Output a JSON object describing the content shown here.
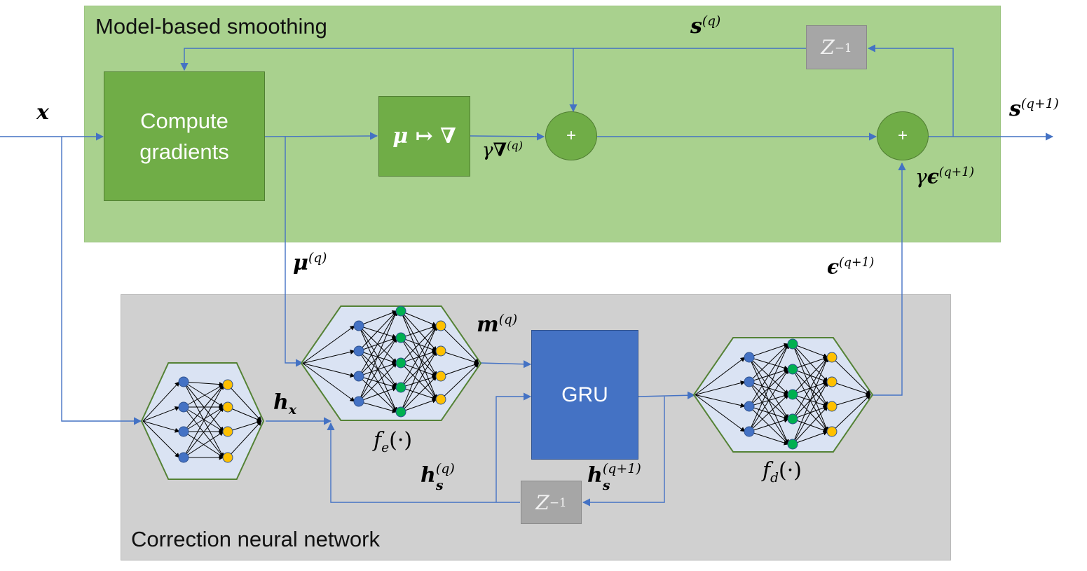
{
  "colors": {
    "top_panel_fill": "#a9d18e",
    "bottom_panel_fill": "#d0d0d0",
    "green_block": "#70ad47",
    "green_block_border": "#507e32",
    "gru_fill": "#4472c4",
    "delay_fill": "#a6a6a6",
    "wire": "#4472c4",
    "nn_fill": "#dae3f3",
    "nn_border": "#548235",
    "node_blue": "#4472c4",
    "node_yellow": "#ffc000",
    "node_green": "#00b050"
  },
  "panels": {
    "top_title": "Model-based smoothing",
    "bottom_title": "Correction neural network"
  },
  "blocks": {
    "compute_gradients": "Compute\ngradients",
    "mu_to_grad": {
      "base": "μ ↦ ∇"
    },
    "gru": "GRU",
    "delay_top": {
      "base": "Z",
      "sup": "−1"
    },
    "delay_bottom": {
      "base": "Z",
      "sup": "−1"
    },
    "sum_top": "+",
    "sum_right": "+"
  },
  "labels": {
    "x": {
      "base": "x"
    },
    "s_q": {
      "base": "s",
      "sup": "(q)"
    },
    "s_q1": {
      "base": "s",
      "sup": "(q+1)"
    },
    "gamma_grad": {
      "gamma": "γ",
      "base": "∇",
      "sup": "(q)"
    },
    "gamma_eps": {
      "gamma": "γ",
      "base": "ϵ",
      "sup": "(q+1)"
    },
    "mu_q": {
      "base": "μ",
      "sup": "(q)"
    },
    "eps_q1": {
      "base": "ϵ",
      "sup": "(q+1)"
    },
    "m_q": {
      "base": "m",
      "sup": "(q)"
    },
    "h_x": {
      "base": "h",
      "sub": "x"
    },
    "f_e": {
      "base": "f",
      "sub": "e",
      "arg": "(·)"
    },
    "f_d": {
      "base": "f",
      "sub": "d",
      "arg": "(·)"
    },
    "h_s_q": {
      "base": "h",
      "sub": "s",
      "sup": "(q)"
    },
    "h_s_q1": {
      "base": "h",
      "sub": "s",
      "sup": "(q+1)"
    }
  },
  "icons": [
    "arrow-icon",
    "neural-network-icon"
  ]
}
